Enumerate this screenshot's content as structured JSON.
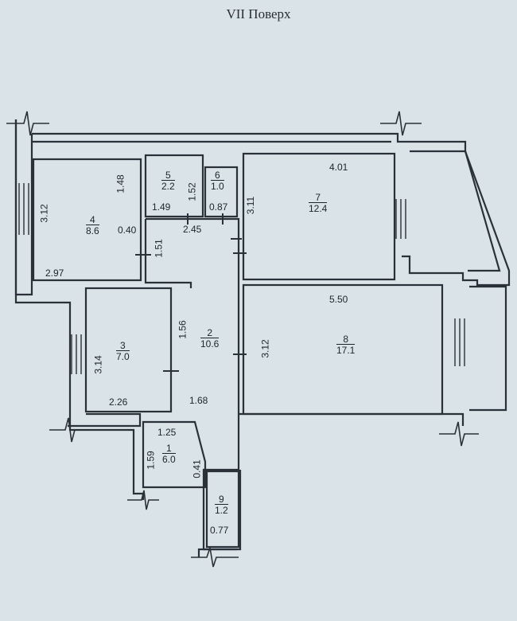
{
  "title": "VII Поверх",
  "rooms": [
    {
      "id": "room-1",
      "number": "1",
      "area": "6.0"
    },
    {
      "id": "room-2",
      "number": "2",
      "area": "10.6"
    },
    {
      "id": "room-3",
      "number": "3",
      "area": "7.0"
    },
    {
      "id": "room-4",
      "number": "4",
      "area": "8.6"
    },
    {
      "id": "room-5",
      "number": "5",
      "area": "2.2"
    },
    {
      "id": "room-6",
      "number": "6",
      "area": "1.0"
    },
    {
      "id": "room-7",
      "number": "7",
      "area": "12.4"
    },
    {
      "id": "room-8",
      "number": "8",
      "area": "17.1"
    },
    {
      "id": "room-9",
      "number": "9",
      "area": "1.2"
    }
  ],
  "dimensions": {
    "r4_height": "3.12",
    "r4_inner": "1.48",
    "r4_width": "2.97",
    "r4_gap": "0.40",
    "r5_width": "1.49",
    "r5_height": "1.52",
    "r6_width": "0.87",
    "hall_width": "2.45",
    "hall_height": "1.51",
    "r7_width": "4.01",
    "r7_height": "3.11",
    "r8_width": "5.50",
    "r8_height": "3.12",
    "r3_height": "3.14",
    "r3_width": "2.26",
    "r2_upper": "1.56",
    "r2_lower": "1.68",
    "r1_width": "1.25",
    "r1_height": "1.59",
    "r1_gap": "0.41",
    "r9_width": "0.77"
  }
}
